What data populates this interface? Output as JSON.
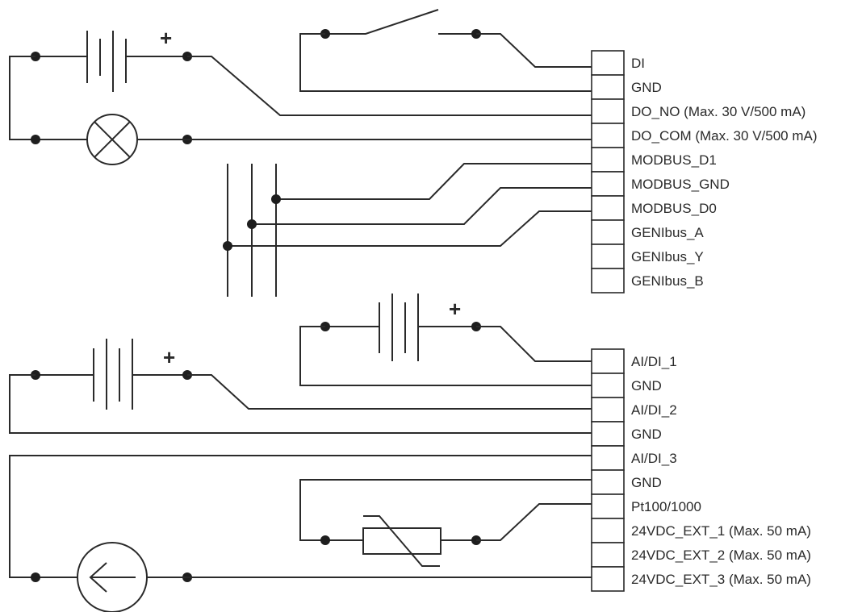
{
  "terminal_block_1": {
    "labels": [
      "DI",
      "GND",
      "DO_NO (Max. 30 V/500 mA)",
      "DO_COM (Max. 30 V/500 mA)",
      "MODBUS_D1",
      "MODBUS_GND",
      "MODBUS_D0",
      "GENIbus_A",
      "GENIbus_Y",
      "GENIbus_B"
    ]
  },
  "terminal_block_2": {
    "labels": [
      "AI/DI_1",
      "GND",
      "AI/DI_2",
      "GND",
      "AI/DI_3",
      "GND",
      "Pt100/1000",
      "24VDC_EXT_1 (Max. 50 mA)",
      "24VDC_EXT_2 (Max. 50 mA)",
      "24VDC_EXT_3 (Max. 50 mA)"
    ]
  },
  "polarity_marks": [
    "+",
    "+",
    "+"
  ],
  "components": {
    "battery_icon": "battery-icon",
    "lamp_icon": "lamp-icon",
    "switch_icon": "switch-icon",
    "thermistor_icon": "pt-sensor-icon",
    "current_source_icon": "current-source-icon"
  }
}
